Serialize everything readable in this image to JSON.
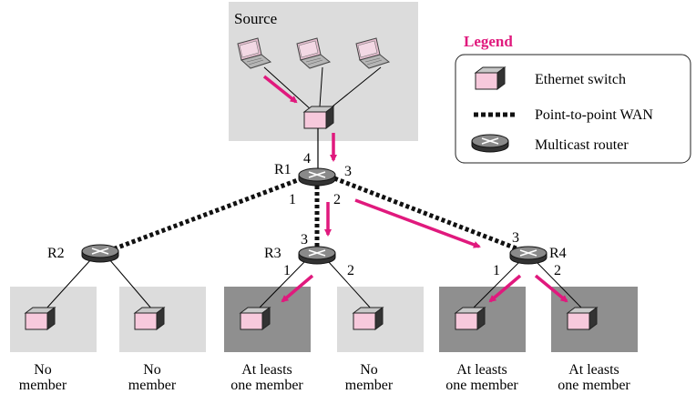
{
  "source_label": "Source",
  "legend": {
    "title": "Legend",
    "items": [
      {
        "icon": "ethernet-switch-icon",
        "label": "Ethernet switch"
      },
      {
        "icon": "point-to-point-wan-line",
        "label": "Point-to-point WAN"
      },
      {
        "icon": "multicast-router-icon",
        "label": "Multicast router"
      }
    ]
  },
  "routers": {
    "r1": {
      "label": "R1",
      "ports": [
        "4",
        "3",
        "1",
        "2"
      ]
    },
    "r2": {
      "label": "R2"
    },
    "r3": {
      "label": "R3",
      "ports": [
        "3",
        "1",
        "2"
      ]
    },
    "r4": {
      "label": "R4",
      "ports": [
        "3",
        "1",
        "2"
      ]
    }
  },
  "lans": [
    {
      "status": "member-absent",
      "caption": [
        "No",
        "member"
      ]
    },
    {
      "status": "member-absent",
      "caption": [
        "No",
        "member"
      ]
    },
    {
      "status": "member-present",
      "caption": [
        "At leasts",
        "one member"
      ]
    },
    {
      "status": "member-absent",
      "caption": [
        "No",
        "member"
      ]
    },
    {
      "status": "member-present",
      "caption": [
        "At leasts",
        "one member"
      ]
    },
    {
      "status": "member-present",
      "caption": [
        "At leasts",
        "one member"
      ]
    }
  ],
  "colors": {
    "arrow": "#e0197d",
    "legend_title": "#e0197d",
    "source_panel": "#dcdcdc",
    "lan_no_member": "#dcdcdc",
    "lan_member": "#8f8f8f",
    "switch_face": "#f7c9dc",
    "router_body": "#8a8a8a"
  }
}
